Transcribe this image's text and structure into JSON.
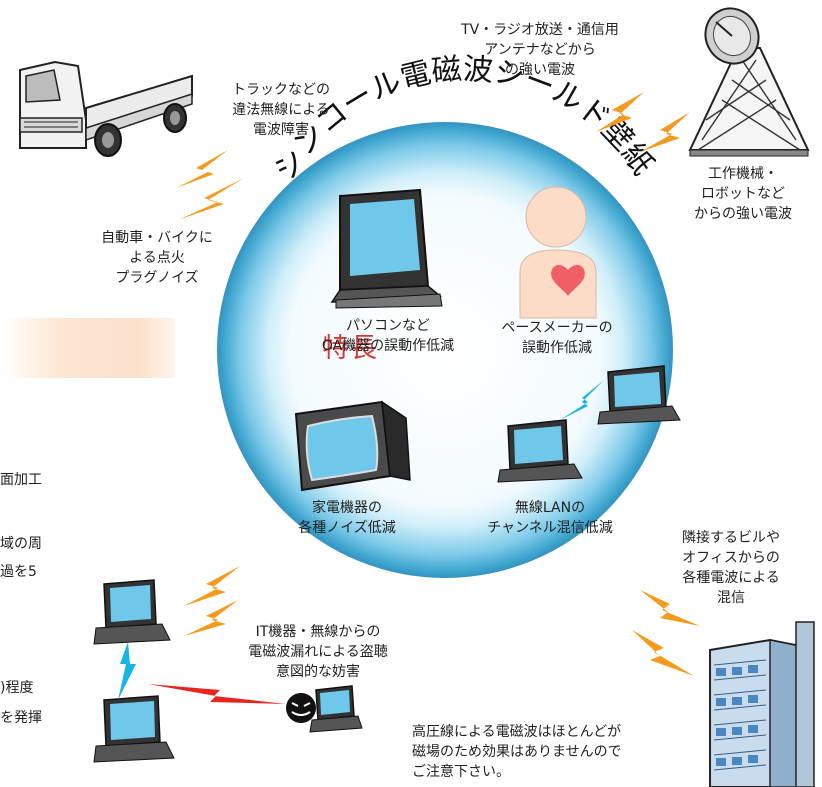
{
  "ring_title": "シンコール電磁波シールド壁紙",
  "section_heading": "特長",
  "left_text_fragments": [
    "面加工",
    "域の周",
    "過を5",
    ")程度",
    "を発揮"
  ],
  "outer_labels": {
    "truck": [
      "トラックなどの",
      "違法無線による",
      "電波障害"
    ],
    "antenna": [
      "TV・ラジオ放送・通信用",
      "アンテナなどから",
      "の強い電波"
    ],
    "machine": [
      "工作機械・",
      "ロボットなど",
      "からの強い電波"
    ],
    "ignition": [
      "自動車・バイクに",
      "よる点火",
      "プラグノイズ"
    ],
    "building": [
      "隣接するビルや",
      "オフィスからの",
      "各種電波による",
      "混信"
    ],
    "it_leak": [
      "IT機器・無線からの",
      "電磁波漏れによる盗聴",
      "意図的な妨害"
    ],
    "notice": [
      "高圧線による電磁波はほとんどが",
      "磁場のため効果はありませんので",
      "ご注意下さい。"
    ]
  },
  "inner_labels": {
    "pc": [
      "パソコンなど",
      "OA機器の誤動作低減"
    ],
    "pacemaker": [
      "ペースメーカーの",
      "誤動作低減"
    ],
    "appliance": [
      "家電機器の",
      "各種ノイズ低減"
    ],
    "wlan": [
      "無線LANの",
      "チャンネル混信低減"
    ]
  },
  "colors": {
    "ring_outer": "#3fa6cf",
    "ring_mid": "#8fd0ea",
    "ring_inner": "#eaf7fc",
    "bolt_orange": "#f49a1e",
    "bolt_red": "#e8241c",
    "bolt_cyan": "#17b4e8",
    "screen": "#6fc8ea",
    "heading": "#d23a3a"
  }
}
